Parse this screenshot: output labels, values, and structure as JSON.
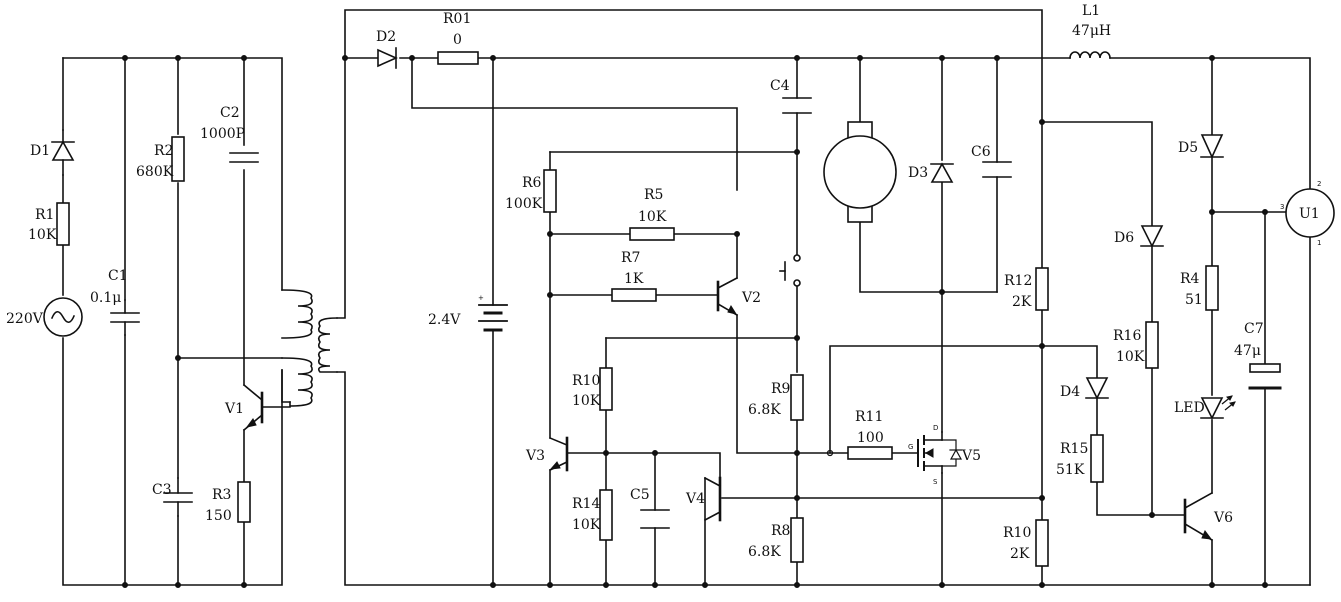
{
  "components": {
    "d1": "D1",
    "r1": "R1",
    "r1v": "10K",
    "c1": "C1",
    "c1v": "0.1μ",
    "r2": "R2",
    "r2v": "680K",
    "c2": "C2",
    "c2v": "1000P",
    "v1": "V1",
    "c3": "C3",
    "r3": "R3",
    "r3v": "150",
    "ac": "220V",
    "d2": "D2",
    "r01": "R01",
    "r01v": "0",
    "bat": "2.4V",
    "r6": "R6",
    "r6v": "100K",
    "r5": "R5",
    "r5v": "10K",
    "r7": "R7",
    "r7v": "1K",
    "v2": "V2",
    "c4": "C4",
    "r10a": "R10",
    "r10av": "10K",
    "v3": "V3",
    "r14": "R14",
    "r14v": "10K",
    "c5": "C5",
    "v4": "V4",
    "r9": "R9",
    "r9v": "6.8K",
    "r8": "R8",
    "r8v": "6.8K",
    "r11": "R11",
    "r11v": "100",
    "v5": "V5",
    "g": "G",
    "d": "D",
    "s": "S",
    "d3": "D3",
    "c6": "C6",
    "l1": "L1",
    "l1v": "47μH",
    "r12": "R12",
    "r12v": "2K",
    "r10b": "R10",
    "r10bv": "2K",
    "d6": "D6",
    "r16": "R16",
    "r16v": "10K",
    "d4": "D4",
    "r15": "R15",
    "r15v": "51K",
    "d5": "D5",
    "r4": "R4",
    "r4v": "51",
    "led": "LED",
    "c7": "C7",
    "c7v": "47μ",
    "v6": "V6",
    "u1": "U1",
    "u1p1": "1",
    "u1p2": "2",
    "u1p3": "3"
  },
  "colors": {
    "line": "#111111",
    "background": "#ffffff"
  }
}
